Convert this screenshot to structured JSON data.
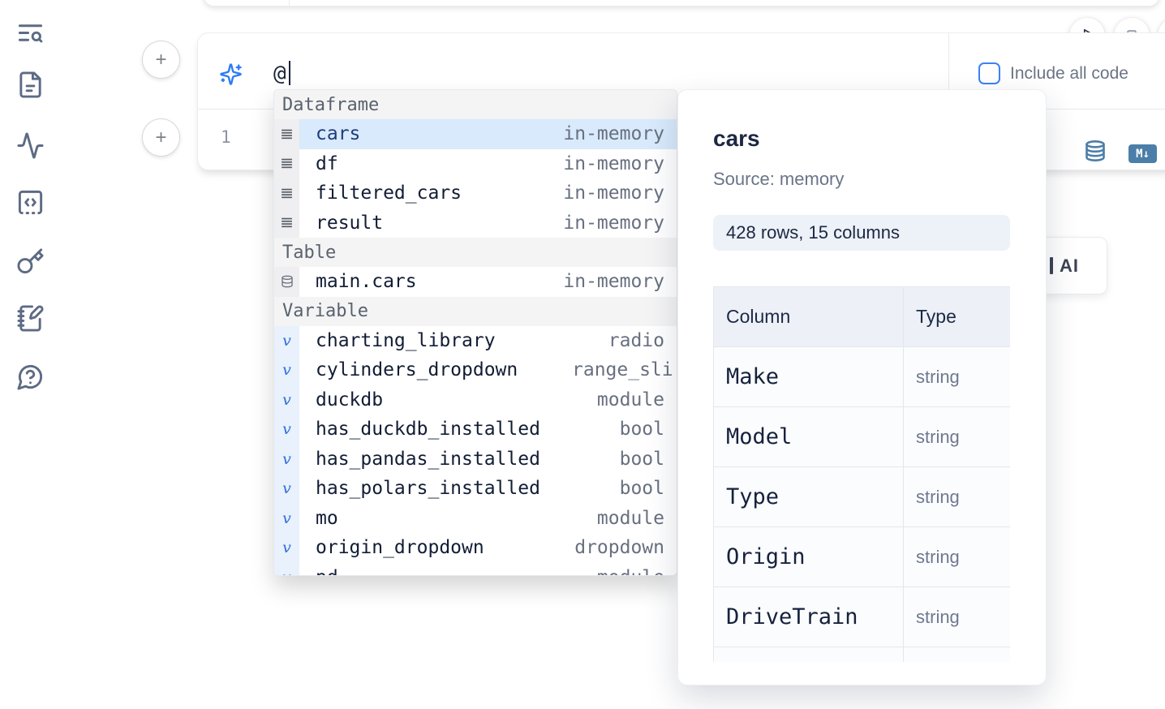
{
  "colors": {
    "accent_blue": "#2f7cf6",
    "steel_blue": "#4b7ea8",
    "selection_bg": "#d8eafc",
    "dark_text": "#1c2742",
    "muted_text": "#687080"
  },
  "sidebar": {
    "icons": [
      {
        "name": "outline-search-icon"
      },
      {
        "name": "file-document-icon"
      },
      {
        "name": "activity-icon"
      },
      {
        "name": "code-snippets-icon"
      },
      {
        "name": "key-secrets-icon"
      },
      {
        "name": "scratchpad-notebook-icon"
      },
      {
        "name": "help-chat-icon"
      }
    ]
  },
  "toolbar": {
    "run_button_icon": "play-icon",
    "stop_button_icon": "square-stop-icon"
  },
  "ai_bar": {
    "value": "@",
    "include_all_code_label": "Include all code",
    "checkbox_checked": false,
    "sparkle_icon": "sparkles-ai-icon"
  },
  "editor": {
    "line_number": "1"
  },
  "cell_toolbar": {
    "database_icon": "database-icon",
    "markdown_badge": "M↓"
  },
  "autocomplete": {
    "sections": [
      {
        "label": "Dataframe",
        "items": [
          {
            "name": "cars",
            "type": "in-memory",
            "icon": "rows-icon",
            "selected": true
          },
          {
            "name": "df",
            "type": "in-memory",
            "icon": "rows-icon"
          },
          {
            "name": "filtered_cars",
            "type": "in-memory",
            "icon": "rows-icon"
          },
          {
            "name": "result",
            "type": "in-memory",
            "icon": "rows-icon"
          }
        ]
      },
      {
        "label": "Table",
        "items": [
          {
            "name": "main.cars",
            "type": "in-memory",
            "icon": "database-icon"
          }
        ]
      },
      {
        "label": "Variable",
        "items": [
          {
            "name": "charting_library",
            "type": "radio",
            "icon": "variable-icon"
          },
          {
            "name": "cylinders_dropdown",
            "type": "range_sli",
            "icon": "variable-icon",
            "type_clipped": true
          },
          {
            "name": "duckdb",
            "type": "module",
            "icon": "variable-icon"
          },
          {
            "name": "has_duckdb_installed",
            "type": "bool",
            "icon": "variable-icon"
          },
          {
            "name": "has_pandas_installed",
            "type": "bool",
            "icon": "variable-icon"
          },
          {
            "name": "has_polars_installed",
            "type": "bool",
            "icon": "variable-icon"
          },
          {
            "name": "mo",
            "type": "module",
            "icon": "variable-icon"
          },
          {
            "name": "origin_dropdown",
            "type": "dropdown",
            "icon": "variable-icon"
          },
          {
            "name": "pd",
            "type": "module",
            "icon": "variable-icon",
            "partial_row": true
          }
        ]
      }
    ],
    "variable_icon_glyph": "v"
  },
  "preview": {
    "title": "cars",
    "source": "Source: memory",
    "shape_badge": "428 rows, 15 columns",
    "table": {
      "headers": [
        "Column",
        "Type"
      ],
      "rows": [
        [
          "Make",
          "string"
        ],
        [
          "Model",
          "string"
        ],
        [
          "Type",
          "string"
        ],
        [
          "Origin",
          "string"
        ],
        [
          "DriveTrain",
          "string"
        ]
      ]
    }
  },
  "ai_button": {
    "label": "AI"
  },
  "plus_button": {
    "glyph": "+"
  }
}
